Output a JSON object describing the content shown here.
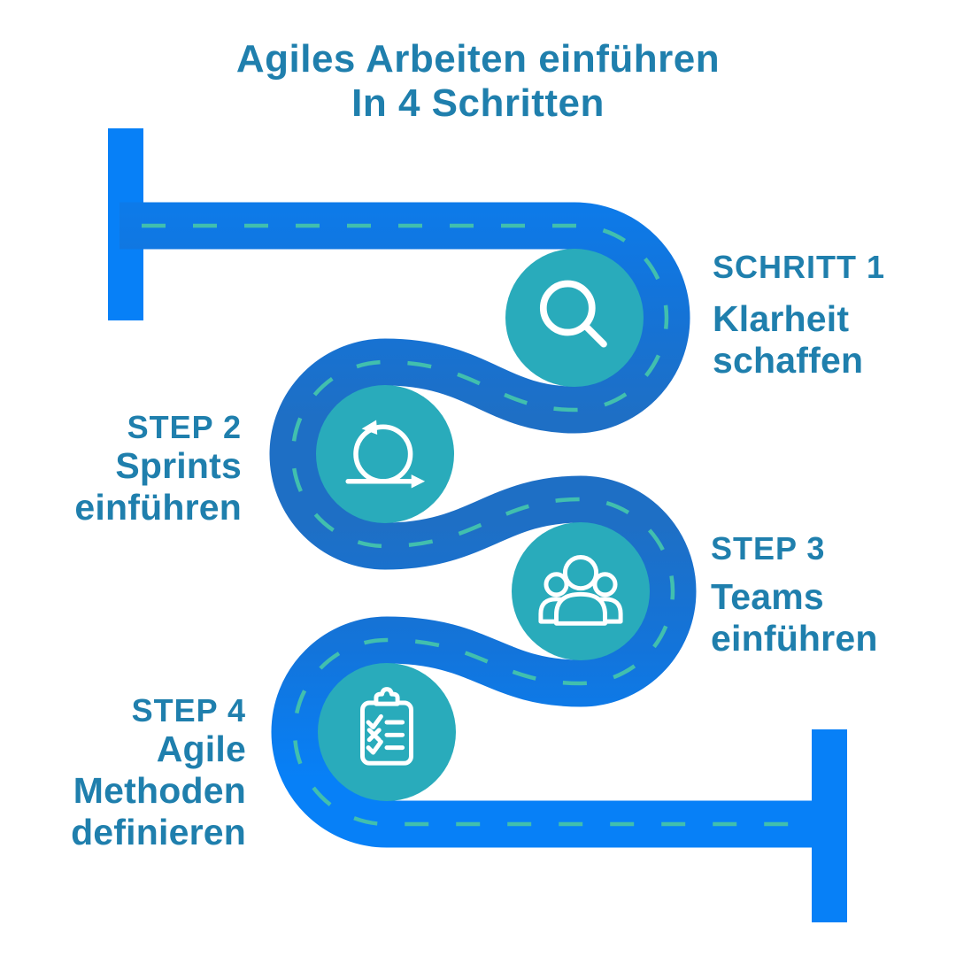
{
  "title": {
    "line1": "Agiles Arbeiten einführen",
    "line2": "In 4 Schritten"
  },
  "steps": [
    {
      "label": "SCHRITT 1",
      "lines": [
        "Klarheit",
        "schaffen"
      ],
      "icon": "search-icon"
    },
    {
      "label": "STEP 2",
      "lines": [
        "Sprints",
        "einführen"
      ],
      "icon": "sprint-loop-icon"
    },
    {
      "label": "STEP 3",
      "lines": [
        "Teams",
        "einführen"
      ],
      "icon": "team-icon"
    },
    {
      "label": "STEP 4",
      "lines": [
        "Agile",
        "Methoden",
        "definieren"
      ],
      "icon": "checklist-icon"
    }
  ],
  "colors": {
    "text": "#1f7fad",
    "road_bright": "#0780f7",
    "road_dark": "#1e6fc5",
    "road_mid": "#1374da",
    "dash": "#41bfae",
    "circle": "#29abbb",
    "icon": "#ffffff",
    "halo": "#ffffff",
    "cap": "#0780f7",
    "bg": "#ffffff"
  }
}
